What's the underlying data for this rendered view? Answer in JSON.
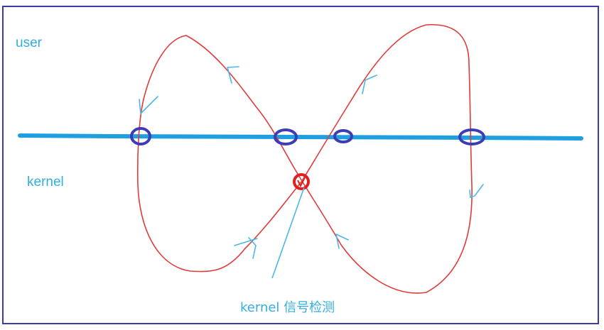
{
  "labels": {
    "user": "user",
    "kernel": "kernel",
    "caption": "kernel 信号检测"
  },
  "colors": {
    "frame": "#3c3ca8",
    "boundary_line": "#1f9fe0",
    "flow_path": "#e23a3a",
    "crossing_marker": "#3c3cb4",
    "signal_check_marker": "#e02020",
    "arrow": "#4bb6e8",
    "text": "#33aee0"
  }
}
